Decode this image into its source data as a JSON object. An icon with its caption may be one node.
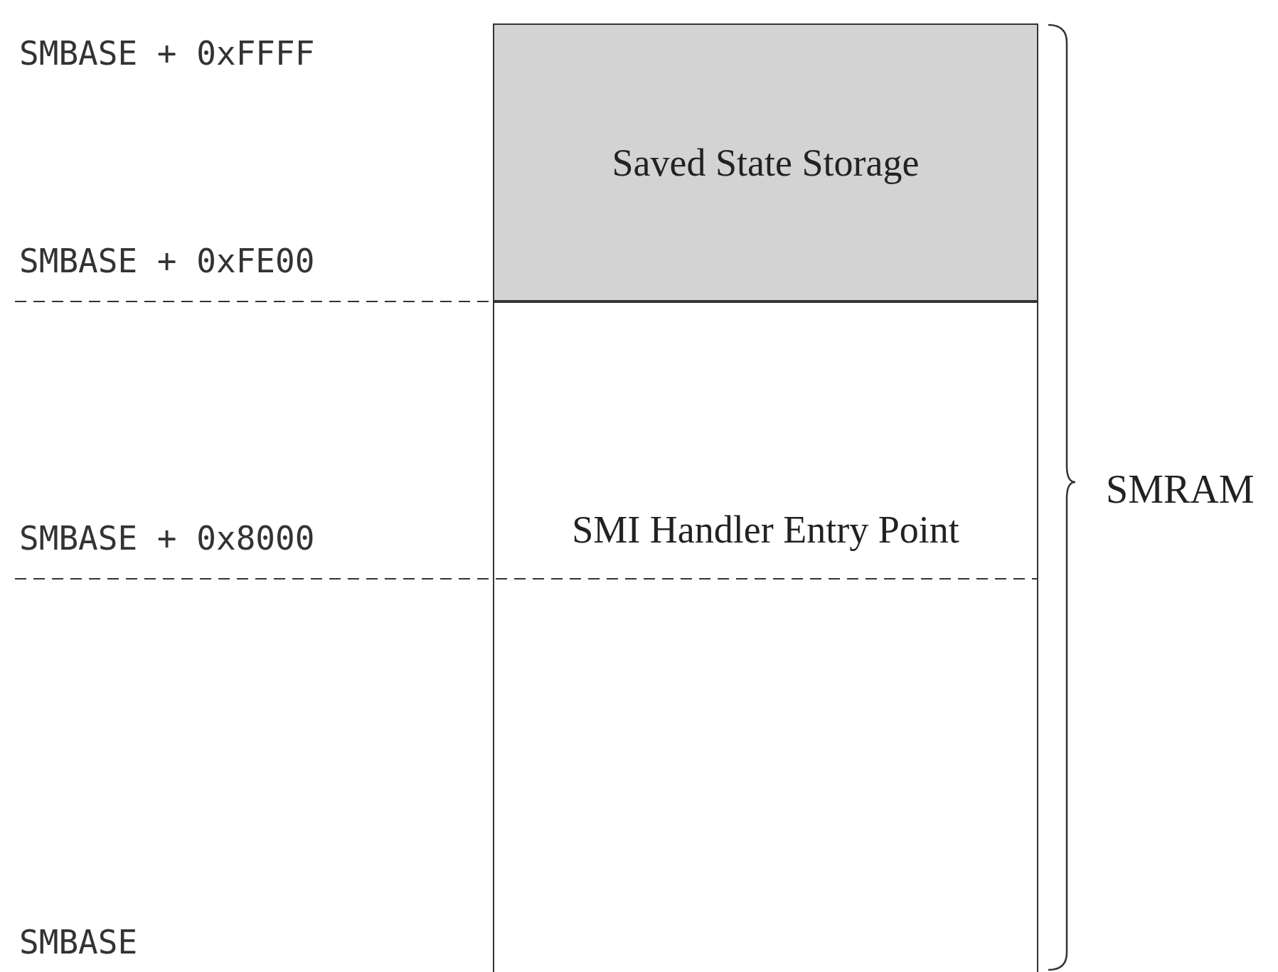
{
  "diagram": {
    "nodes": [
      {
        "text": [
          "Saved State Storage"
        ]
      },
      {
        "text": [
          "SMI Handler Entry Point"
        ]
      },
      {
        "text": [],
        "shape": "box"
      }
    ],
    "labels": [
      "SMBASE + 0xFFFF",
      "SMBASE + 0xFE00",
      "SMBASE + 0x8000",
      "SMBASE",
      "SMRAM"
    ]
  }
}
